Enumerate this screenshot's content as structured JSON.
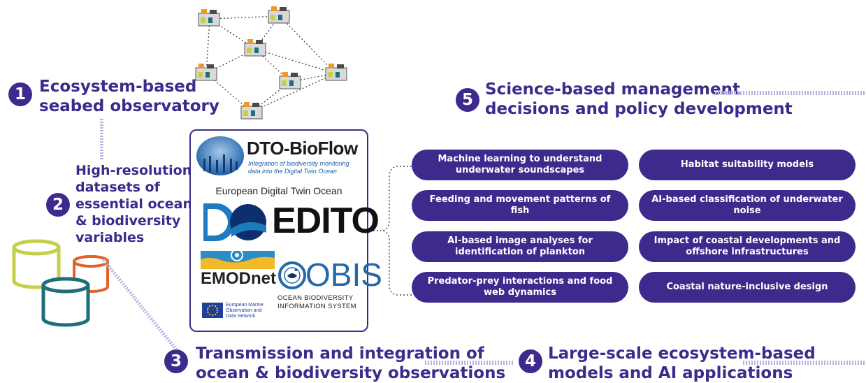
{
  "stage1": {
    "number": "1",
    "line1": "Ecosystem-based",
    "line2": "seabed observatory"
  },
  "stage2": {
    "number": "2",
    "lines": [
      "High-resolution",
      "datasets of",
      "essential ocean",
      "& biodiversity",
      "variables"
    ]
  },
  "stage3": {
    "number": "3",
    "line1": "Transmission and integration of",
    "line2": "ocean & biodiversity observations"
  },
  "stage4": {
    "number": "4",
    "line1": "Large-scale ecosystem-based",
    "line2": "models and AI applications"
  },
  "stage5": {
    "number": "5",
    "line1": "Science-based management",
    "line2": "decisions and policy development"
  },
  "logos": {
    "dto_title": "DTO-BioFlow",
    "dto_subtitle1": "Integration of biodiversity monitoring",
    "dto_subtitle2": "data into the Digital Twin Ocean",
    "edito_caption": "European Digital Twin Ocean",
    "edito_name": "EDITO",
    "emodnet_name": "EMODnet",
    "emodnet_sub1": "European Marine",
    "emodnet_sub2": "Observation and",
    "emodnet_sub3": "Data Network",
    "obis_name": "OBIS",
    "obis_sub1": "OCEAN BIODIVERSITY",
    "obis_sub2": "INFORMATION SYSTEM"
  },
  "applications": [
    "Machine learning to understand underwater soundscapes",
    "Habitat suitability models",
    "Feeding and movement patterns of fish",
    "AI-based classification of underwater noise",
    "AI-based image analyses for identification of plankton",
    "Impact of coastal developments and offshore infrastructures",
    "Predator-prey interactions and food web dynamics",
    "Coastal nature-inclusive design"
  ],
  "colors": {
    "primary": "#3d2a8c",
    "dots": "#b9b2de",
    "db_green": "#c5cf4a",
    "db_teal": "#1e6f78",
    "db_orange": "#e0642a",
    "dto_blue": "#1d5fa8",
    "edito_blue": "#1f7bc0",
    "emodnet_yellow": "#f2b928",
    "obis_blue": "#2468a8"
  },
  "icons": {
    "network": "sensor-network-icon",
    "databases": "database-stack-icon"
  }
}
